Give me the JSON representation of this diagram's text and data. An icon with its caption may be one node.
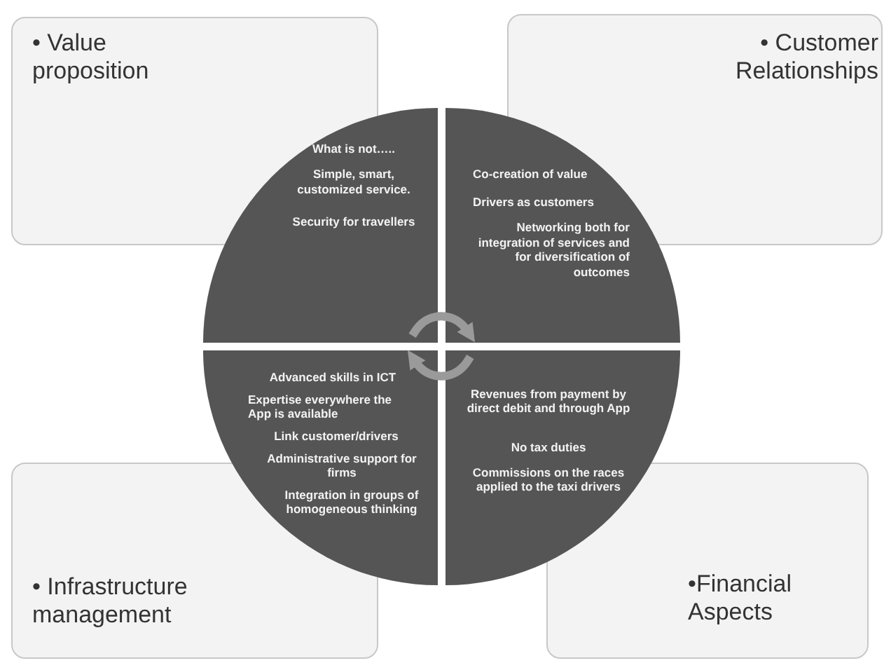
{
  "diagram": {
    "nodes": [
      {
        "text": [
          "• Value proposition"
        ]
      },
      {
        "text": [
          "• Customer Relationships"
        ]
      },
      {
        "text": [
          "• Infrastructure management"
        ]
      },
      {
        "text": [
          "•Financial Aspects"
        ]
      },
      {
        "text": [
          "What is not…..",
          "Simple, smart, customized service.",
          "Security for travellers"
        ]
      },
      {
        "text": [
          "Co-creation of value",
          "Drivers as customers",
          "Networking both for integration of services and for diversification of outcomes"
        ]
      },
      {
        "text": [
          "Advanced skills in  ICT",
          "Expertise everywhere the App is available",
          "Link customer/drivers",
          "Administrative support for firms",
          "Integration in groups of homogeneous thinking"
        ]
      },
      {
        "text": [
          "Revenues from payment by direct debit and through  App",
          "No tax duties",
          "Commissions on the races applied to the taxi drivers"
        ]
      }
    ],
    "edges": [
      {
        "from": 4,
        "to": 5,
        "arrow": "to"
      },
      {
        "from": 7,
        "to": 6,
        "arrow": "to"
      }
    ]
  }
}
